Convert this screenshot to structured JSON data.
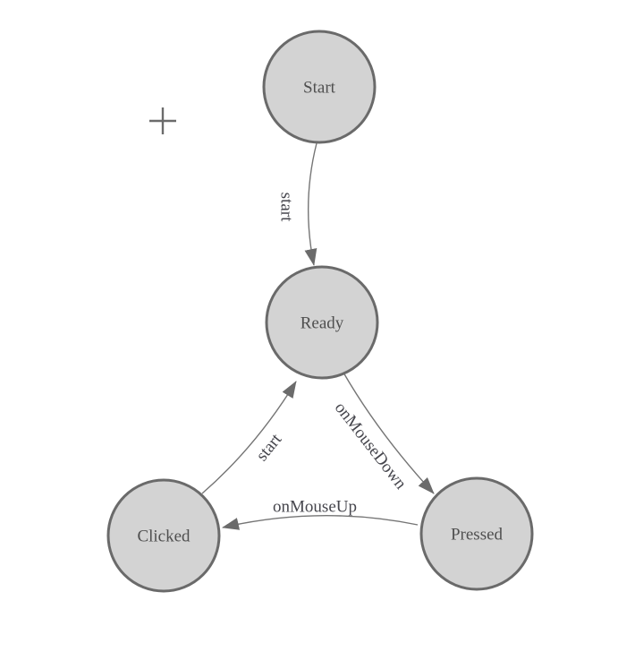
{
  "colors": {
    "background": "#ffffff",
    "node_fill": "#d3d3d3",
    "node_border": "#6a6a6a",
    "node_text": "#4f4f4f",
    "edge_line": "#757575",
    "edge_text": "#46464d",
    "arrowhead": "#6b6b6b",
    "cursor": "#6b6b6b"
  },
  "nodes": [
    {
      "id": "start",
      "label": "Start"
    },
    {
      "id": "ready",
      "label": "Ready"
    },
    {
      "id": "clicked",
      "label": "Clicked"
    },
    {
      "id": "pressed",
      "label": "Pressed"
    }
  ],
  "edges": [
    {
      "from": "Start",
      "to": "Ready",
      "label": "start"
    },
    {
      "from": "Ready",
      "to": "Pressed",
      "label": "onMouseDown"
    },
    {
      "from": "Pressed",
      "to": "Clicked",
      "label": "onMouseUp"
    },
    {
      "from": "Clicked",
      "to": "Ready",
      "label": "start"
    }
  ],
  "cursor": {
    "glyph": "plus-crosshair"
  }
}
